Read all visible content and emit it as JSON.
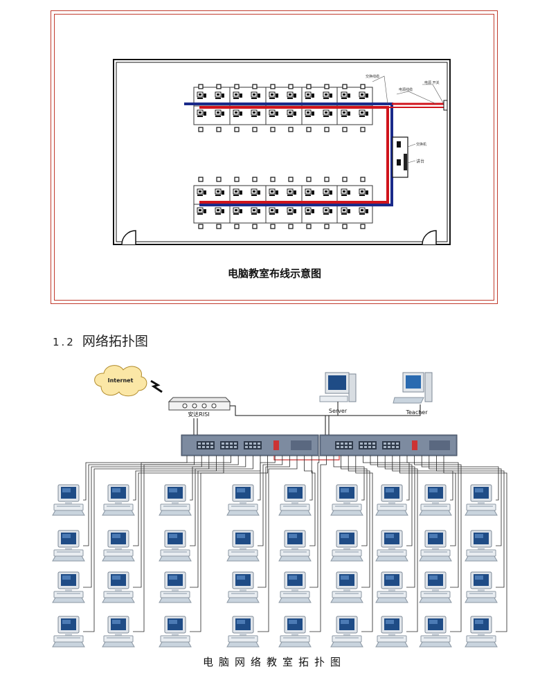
{
  "classroom": {
    "caption": "电脑教室布线示意图",
    "tiny_labels": [
      "交换线缆",
      "电源线缆",
      "电源 开关",
      "交换机",
      "讲台"
    ]
  },
  "section": {
    "number": "1.2",
    "title": "网络拓扑图"
  },
  "topology": {
    "caption": "电脑网络教室拓扑图",
    "internet_label": "Internet",
    "router_label": "安达RISI",
    "server_label": "Server",
    "teacher_label": "Teacher",
    "student_rows": 4,
    "student_cols": 9
  },
  "colors": {
    "frame": "#c0392b",
    "blue_cable": "#1a2a8a",
    "red_cable": "#d0141c",
    "cloud": "#fbe7a6",
    "switch": "#6d7c92"
  }
}
